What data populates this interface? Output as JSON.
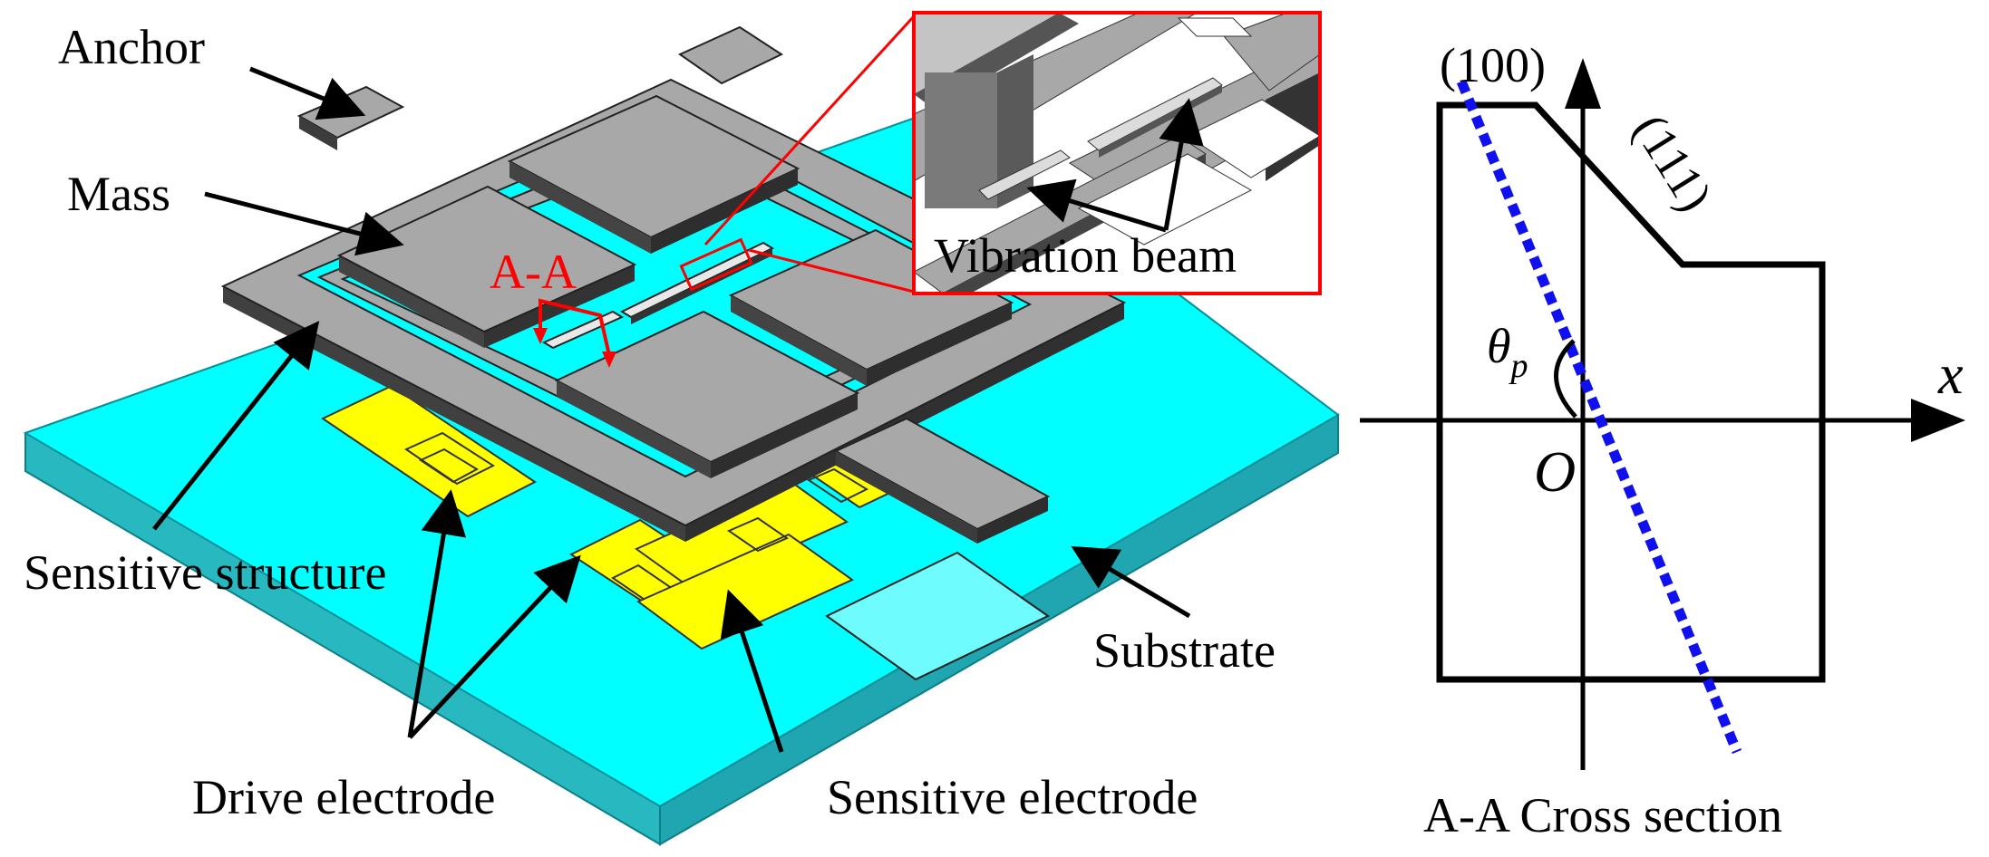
{
  "labels": {
    "anchor": "Anchor",
    "mass": "Mass",
    "aa_marker": "A-A",
    "vibration_beam": "Vibration beam",
    "sensitive_structure": "Sensitive structure",
    "drive_electrode": "Drive electrode",
    "sensitive_electrode": "Sensitive electrode",
    "substrate": "Substrate"
  },
  "cross_section": {
    "title": "A-A Cross section",
    "plane_100": "(100)",
    "plane_111": "(111)",
    "axis_x": "x",
    "origin": "O",
    "angle_symbol": "θ",
    "angle_subscript": "p"
  },
  "colors": {
    "substrate": "#00ffff",
    "substrate_side": "#28b8c0",
    "structure": "#a8a8a8",
    "structure_side": "#3c3c3c",
    "electrode": "#ffff00",
    "highlight": "#ff0000",
    "crystal_plane": "#1010ee"
  }
}
